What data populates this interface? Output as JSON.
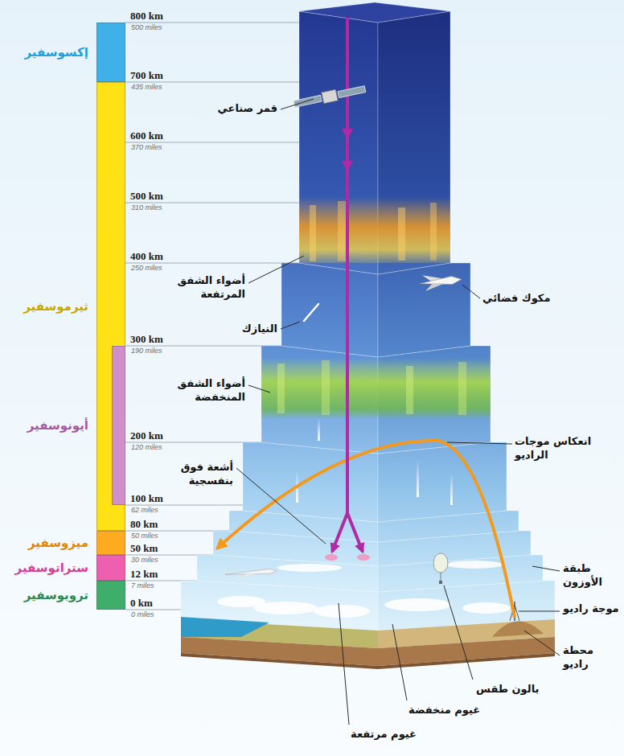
{
  "diagram": {
    "nodes": [
      {
        "text": [
          "إكسوسفير"
        ]
      },
      {
        "text": [
          "ثيرموسفير"
        ]
      },
      {
        "text": [
          "أيونوسفير"
        ]
      },
      {
        "text": [
          "ميزوسفير"
        ]
      },
      {
        "text": [
          "ستراتوسفير"
        ]
      },
      {
        "text": [
          "تروبوسفير"
        ]
      }
    ],
    "labels": [
      "800 km",
      "500 miles",
      "700 km",
      "435 miles",
      "600 km",
      "370 miles",
      "500 km",
      "310 miles",
      "400 km",
      "250 miles",
      "300 km",
      "190 miles",
      "200 km",
      "120 miles",
      "100 km",
      "62 miles",
      "80 km",
      "50 miles",
      "50 km",
      "30 miles",
      "12 km",
      "7 miles",
      "0 km",
      "0 miles",
      "قمر صناعي",
      "مكوك فضائي",
      "أضواء الشفق المرتفعة",
      "النيازك",
      "أضواء الشفق المنخفضة",
      "أشعة فوق بنفسجية",
      "انعكاس موجات الراديو",
      "طبقة الأوزون",
      "موجة راديو",
      "محطة راديو",
      "بالون طقس",
      "غيوم منخفضة",
      "غيوم مرتفعة"
    ]
  }
}
